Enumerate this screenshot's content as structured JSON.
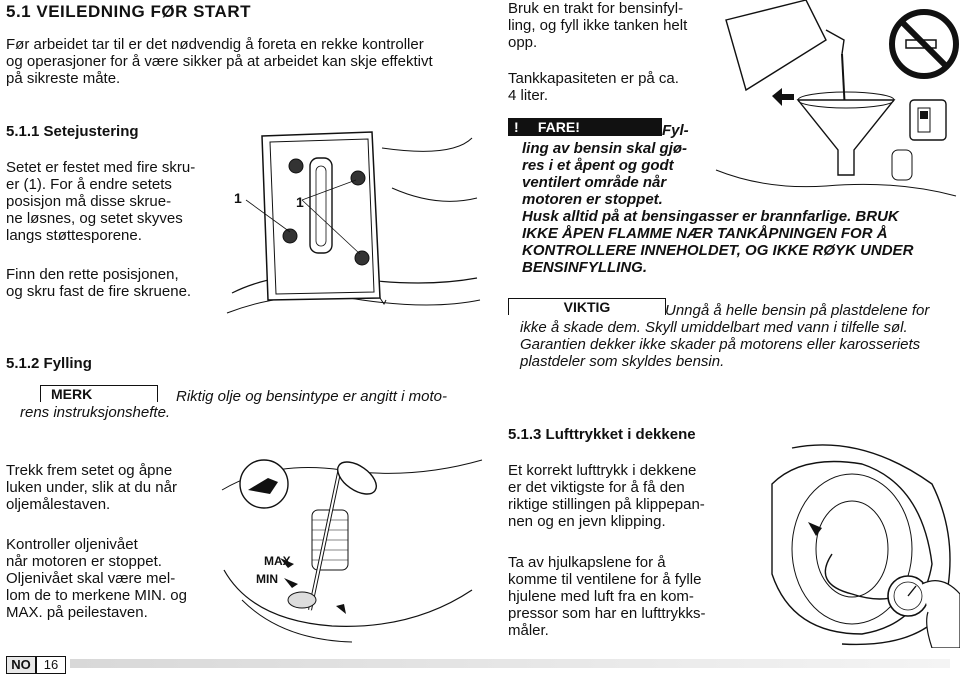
{
  "section": {
    "title": "5.1 VEILEDNING FØR START",
    "intro": "Før arbeidet tar til er det nødvendig å foreta en rekke kontroller\nog operasjoner for å være sikker på at arbeidet kan skje effektivt\npå sikreste måte."
  },
  "seat": {
    "heading": "5.1.1 Setejustering",
    "text1": "Setet er festet med fire skru-\ner (1). For å endre setets\nposisjon må disse skrue-\nne løsnes, og setet skyves\nlangs støttesporene.",
    "text2": "Finn den rette posisjonen,\nog skru fast de fire skruene.",
    "callout_left": "1",
    "callout_right": "1"
  },
  "fuel": {
    "heading": "5.1.2 Fylling",
    "note_label": "MERK",
    "note_text": "Riktig olje og bensintype er angitt i moto-",
    "note_text2": "rens instruksjonshefte.",
    "oil_text1": "Trekk frem setet og åpne\nluken under, slik at du når\noljemålestaven.",
    "oil_text2": "Kontroller oljenivået\nnår motoren er stoppet.\nOljenivået skal være mel-\nlom de to merkene MIN. og\nMAX. på peilestaven.",
    "max_label": "MAX",
    "min_label": "MIN",
    "funnel_text1": "Bruk en trakt for bensinfyl-\nling, og fyll ikke tanken helt\nopp.",
    "funnel_text2": "Tankkapasiteten er på ca.\n4 liter."
  },
  "danger": {
    "label": "FARE!",
    "line1": "Fyl-",
    "body": "ling av bensin skal gjø-\nres i et åpent og godt\nventilert område når\nmotoren er stoppet.\nHusk alltid på at bensingasser er brannfarlige. BRUK\nIKKE ÅPEN FLAMME NÆR TANKÅPNINGEN FOR Å\nKONTROLLERE INNEHOLDET, OG IKKE RØYK UNDER\nBENSINFYLLING."
  },
  "important": {
    "label": "VIKTIG",
    "line1": "Unngå å helle bensin på plastdelene for",
    "body": "ikke å skade dem. Skyll umiddelbart med vann i tilfelle søl.\nGarantien dekker ikke skader på motorens eller karosseriets\nplastdeler som skyldes bensin."
  },
  "tires": {
    "heading": "5.1.3 Lufttrykket i dekkene",
    "text1": "Et korrekt lufttrykk i dekkene\ner det viktigste for å få den\nriktige stillingen på klippepan-\nnen og en jevn klipping.",
    "text2": "Ta av hjulkapslene for å\nkomme til ventilene for å fylle\nhjulene med luft fra en kom-\npressor som har en lufttrykks-\nmåler."
  },
  "footer": {
    "lang": "NO",
    "page": "16"
  }
}
